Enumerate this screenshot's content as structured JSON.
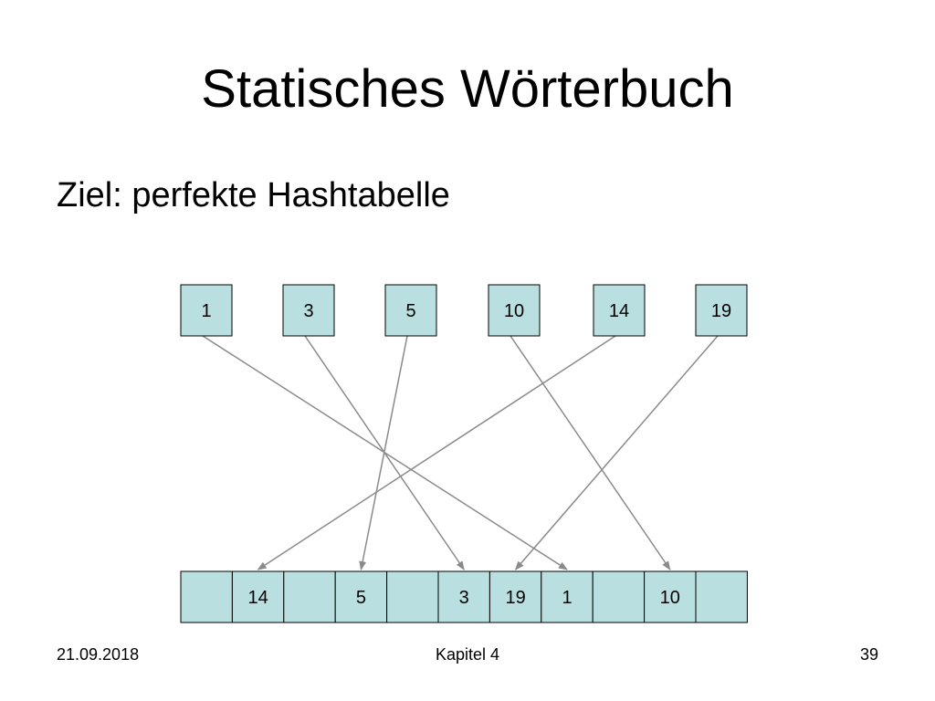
{
  "slide": {
    "title": "Statisches Wörterbuch",
    "subtitle": "Ziel: perfekte Hashtabelle"
  },
  "diagram": {
    "keys": [
      "1",
      "3",
      "5",
      "10",
      "14",
      "19"
    ],
    "table": [
      "",
      "14",
      "",
      "5",
      "",
      "3",
      "19",
      "1",
      "",
      "10",
      ""
    ],
    "mapping": [
      {
        "key": "1",
        "slot": 7
      },
      {
        "key": "3",
        "slot": 5
      },
      {
        "key": "5",
        "slot": 3
      },
      {
        "key": "10",
        "slot": 9
      },
      {
        "key": "14",
        "slot": 1
      },
      {
        "key": "19",
        "slot": 6
      }
    ],
    "colors": {
      "cell_fill": "#b9dfe0",
      "arrow": "#8a8a8a"
    }
  },
  "footer": {
    "date": "21.09.2018",
    "chapter": "Kapitel 4",
    "page": "39"
  }
}
